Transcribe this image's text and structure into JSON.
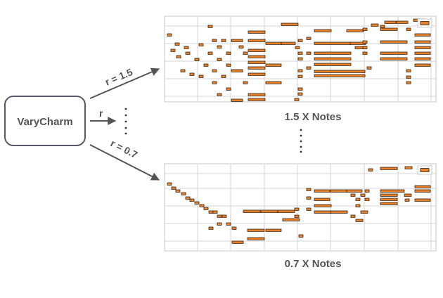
{
  "source_box": {
    "label": "VaryCharm"
  },
  "arrows": {
    "top": {
      "label": "r = 1.5"
    },
    "middle": {
      "label": "r"
    },
    "bottom": {
      "label": "r = 0.7"
    }
  },
  "panels": {
    "top": {
      "caption": "1.5 X Notes"
    },
    "bottom": {
      "caption": "0.7 X Notes"
    }
  },
  "colors": {
    "note_fill": "#e8822a",
    "note_stroke": "#3a2414",
    "arrow": "#555555",
    "box_border": "#555a66",
    "grid": "#d4d4d4",
    "panel_frame": "#c8c8c8",
    "text": "#555555"
  },
  "ellipsis": "⋮"
}
